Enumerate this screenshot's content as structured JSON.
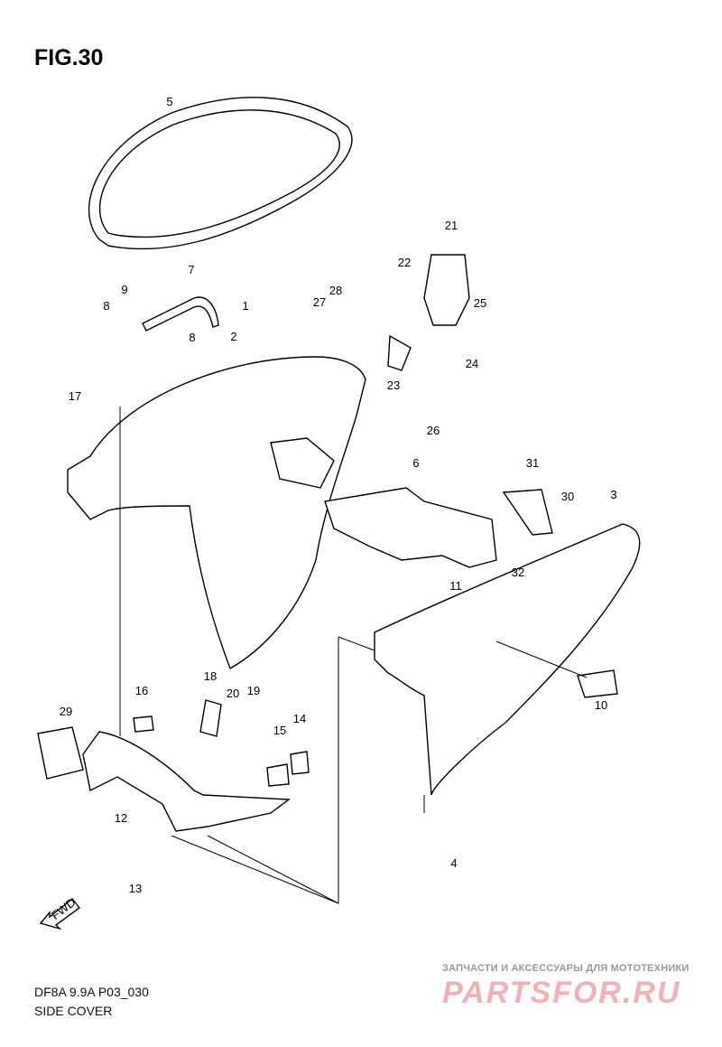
{
  "figure": {
    "title": "FIG.30"
  },
  "callouts": [
    "5",
    "7",
    "9",
    "8",
    "1",
    "27",
    "28",
    "22",
    "21",
    "25",
    "24",
    "8",
    "2",
    "17",
    "23",
    "26",
    "6",
    "31",
    "30",
    "3",
    "32",
    "11",
    "10",
    "18",
    "16",
    "20",
    "19",
    "29",
    "14",
    "15",
    "12",
    "4",
    "13"
  ],
  "direction_arrow": {
    "label": "FWD"
  },
  "caption": {
    "model": "DF8A 9.9A P03_030",
    "section": "SIDE COVER"
  },
  "watermark": {
    "subtitle": "ЗАПЧАСТИ И АКСЕССУАРЫ ДЛЯ МОТОТЕХНИКИ",
    "brand": "PARTSFOR.RU"
  }
}
